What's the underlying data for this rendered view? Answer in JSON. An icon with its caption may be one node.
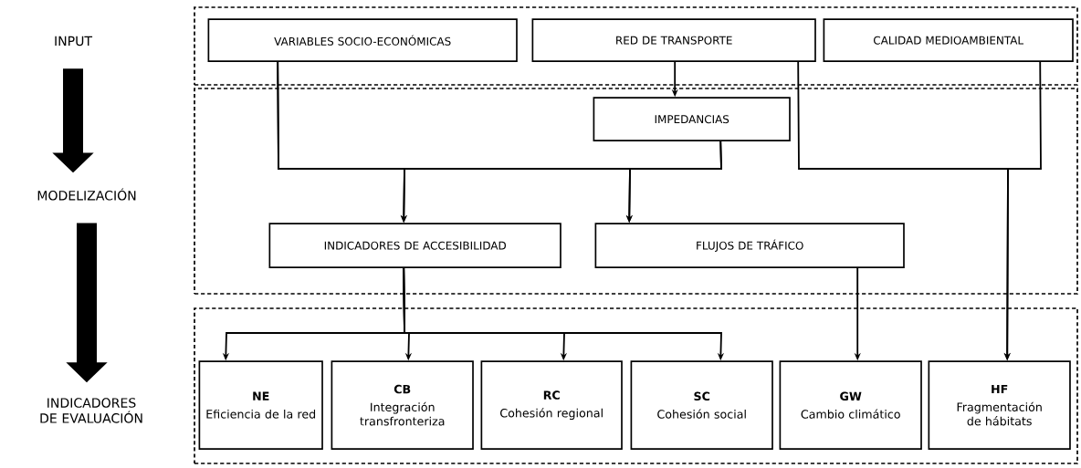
{
  "diagram": {
    "nodes": [
      {
        "text": [
          "INPUT"
        ]
      },
      {
        "text": [
          "MODELIZACIÓN"
        ]
      },
      {
        "text": [
          "INDICADORES DE EVALUACIÓN"
        ]
      },
      {
        "text": [],
        "shape": "box"
      },
      {
        "text": [
          "VARIABLES SOCIO-ECONÓMICAS"
        ],
        "in": 3
      },
      {
        "text": [
          "RED DE TRANSPORTE"
        ],
        "in": 3
      },
      {
        "text": [
          "CALIDAD MEDIOAMBIENTAL"
        ],
        "in": 3
      },
      {
        "text": [],
        "shape": "box"
      },
      {
        "text": [
          "IMPEDANCIAS"
        ],
        "in": 7
      },
      {
        "text": [
          "INDICADORES DE ACCESIBILIDAD"
        ],
        "in": 7
      },
      {
        "text": [
          "FLUJOS DE TRÁFICO"
        ],
        "in": 7
      },
      {
        "text": [],
        "shape": "box"
      },
      {
        "text": [
          "NE",
          "Eficiencia de la red"
        ],
        "in": 11
      },
      {
        "text": [
          "CB",
          "Integración transfronteriza"
        ],
        "in": 11
      },
      {
        "text": [
          "RC",
          "Cohesión regional"
        ],
        "in": 11
      },
      {
        "text": [
          "SC",
          "Cohesión social"
        ],
        "in": 11
      },
      {
        "text": [
          "GW",
          "Cambio climático"
        ],
        "in": 11
      },
      {
        "text": [
          "HF",
          "Fragmentación de hábitats"
        ],
        "in": 11
      }
    ],
    "edges": [
      {
        "from": 0,
        "to": 1,
        "arrow": "to",
        "style": "thick"
      },
      {
        "from": 1,
        "to": 2,
        "arrow": "to",
        "style": "thick"
      },
      {
        "from": 5,
        "to": 8,
        "arrow": "to"
      },
      {
        "from": 4,
        "to": 9,
        "arrow": "to"
      },
      {
        "from": 4,
        "to": 10,
        "arrow": "to"
      },
      {
        "from": 8,
        "to": 9,
        "arrow": "to"
      },
      {
        "from": 8,
        "to": 10,
        "arrow": "to"
      },
      {
        "from": 5,
        "to": 17,
        "arrow": "to"
      },
      {
        "from": 6,
        "to": 17,
        "arrow": "to"
      },
      {
        "from": 9,
        "to": 12,
        "arrow": "to"
      },
      {
        "from": 9,
        "to": 13,
        "arrow": "to"
      },
      {
        "from": 9,
        "to": 14,
        "arrow": "to"
      },
      {
        "from": 9,
        "to": 15,
        "arrow": "to"
      },
      {
        "from": 10,
        "to": 16,
        "arrow": "to"
      }
    ]
  }
}
